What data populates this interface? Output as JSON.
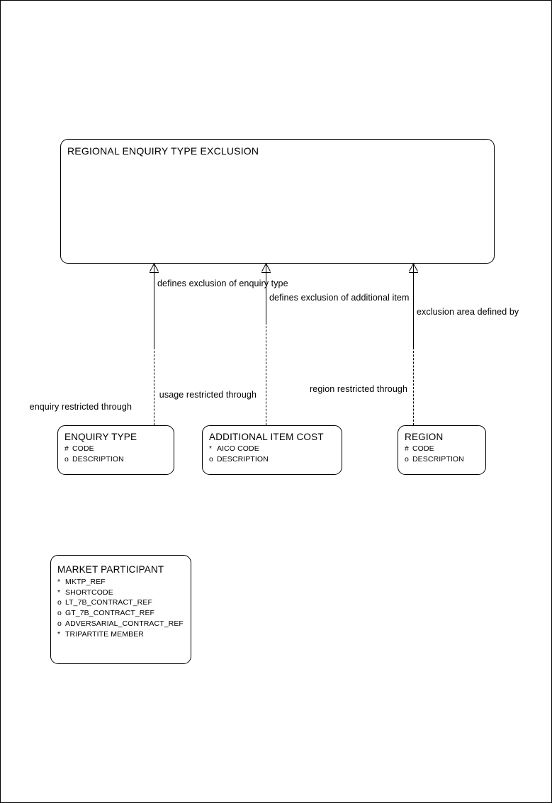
{
  "diagram": {
    "type": "entity-relationship",
    "notation": "Barker ERD (crow's foot)"
  },
  "entities": [
    {
      "id": "regional-enquiry-type-exclusion",
      "name": "REGIONAL ENQUIRY TYPE EXCLUSION",
      "attributes": []
    },
    {
      "id": "enquiry-type",
      "name": "ENQUIRY TYPE",
      "attributes": [
        {
          "mark": "#",
          "label": "CODE"
        },
        {
          "mark": "o",
          "label": "DESCRIPTION"
        }
      ]
    },
    {
      "id": "additional-item-cost",
      "name": "ADDITIONAL ITEM COST",
      "attributes": [
        {
          "mark": "*",
          "label": "AICO CODE"
        },
        {
          "mark": "o",
          "label": "DESCRIPTION"
        }
      ]
    },
    {
      "id": "region",
      "name": "REGION",
      "attributes": [
        {
          "mark": "#",
          "label": "CODE"
        },
        {
          "mark": "o",
          "label": "DESCRIPTION"
        }
      ]
    },
    {
      "id": "market-participant",
      "name": "MARKET PARTICIPANT",
      "attributes": [
        {
          "mark": "*",
          "label": "MKTP_REF"
        },
        {
          "mark": "*",
          "label": "SHORTCODE"
        },
        {
          "mark": "o",
          "label": "LT_7B_CONTRACT_REF"
        },
        {
          "mark": "o",
          "label": "GT_7B_CONTRACT_REF"
        },
        {
          "mark": "o",
          "label": "ADVERSARIAL_CONTRACT_REF"
        },
        {
          "mark": "*",
          "label": "TRIPARTITE MEMBER"
        }
      ]
    }
  ],
  "relationship_labels": {
    "top": [
      "defines exclusion of enquiry type",
      "defines exclusion of additional item",
      "exclusion area defined by"
    ],
    "bottom": [
      "enquiry restricted through",
      "usage restricted through",
      "region restricted through"
    ]
  }
}
